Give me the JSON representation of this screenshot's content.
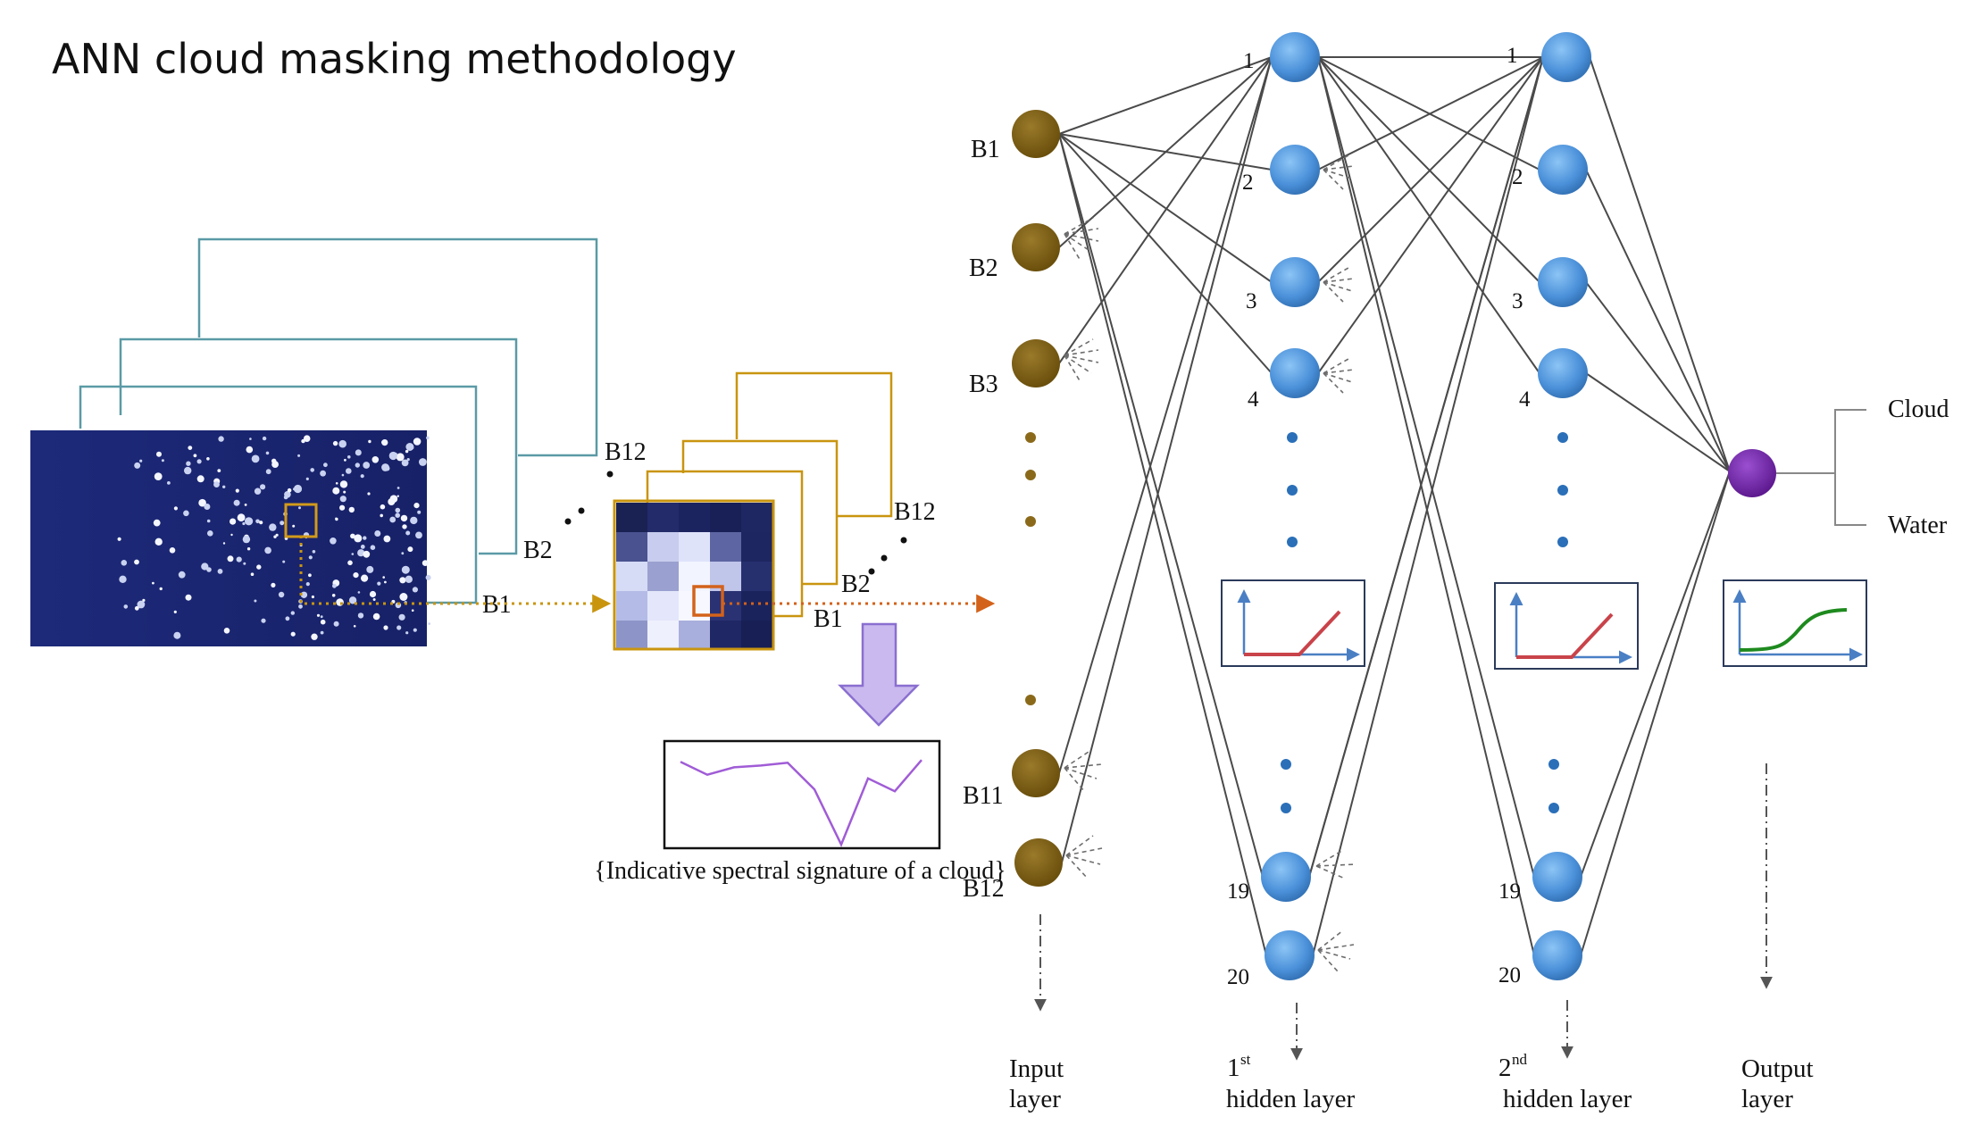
{
  "title": "ANN cloud masking methodology",
  "image_stack": {
    "band_labels": [
      "B1",
      "B2",
      "B12"
    ],
    "ellipsis": "• • •"
  },
  "patch_stack": {
    "band_labels": [
      "B1",
      "B2",
      "B12"
    ],
    "ellipsis": "• • •"
  },
  "spectral_signature": {
    "caption": "{Indicative spectral signature of a cloud}",
    "values": [
      0.92,
      0.78,
      0.86,
      0.88,
      0.91,
      0.62,
      0.02,
      0.74,
      0.6,
      0.94
    ]
  },
  "input_layer": {
    "nodes": [
      "B1",
      "B2",
      "B3",
      "B11",
      "B12"
    ],
    "label_line1": "Input",
    "label_line2": "layer",
    "color": "#7a5c10"
  },
  "hidden_layer_1": {
    "nodes": [
      "1",
      "2",
      "3",
      "4",
      "19",
      "20"
    ],
    "label_num": "1",
    "label_sup": "st",
    "label_rest": "hidden layer",
    "activation": "relu",
    "color": "#4a90d9"
  },
  "hidden_layer_2": {
    "nodes": [
      "1",
      "2",
      "3",
      "4",
      "19",
      "20"
    ],
    "label_num": "2",
    "label_sup": "nd",
    "label_rest": "hidden layer",
    "activation": "relu",
    "color": "#4a90d9"
  },
  "output_layer": {
    "label_line1": "Output",
    "label_line2": "layer",
    "activation": "sigmoid",
    "color": "#6a1f9c",
    "classes": [
      "Cloud",
      "Water"
    ]
  }
}
